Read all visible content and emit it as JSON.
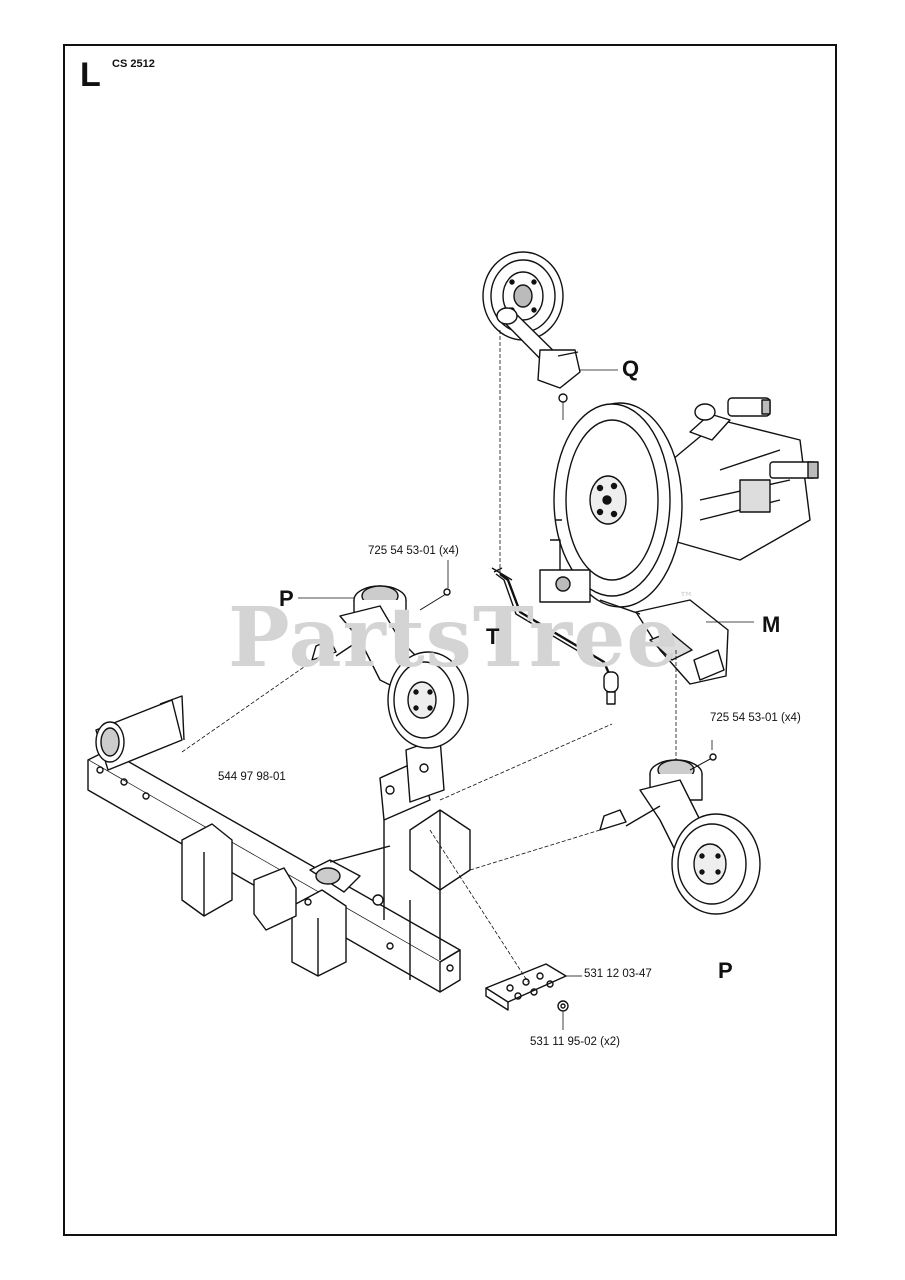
{
  "header": {
    "section_letter": "L",
    "model": "CS 2512"
  },
  "watermark": {
    "text": "PartsTree",
    "tm": "™"
  },
  "callouts": {
    "p_top": "P",
    "p_bottom": "P",
    "q": "Q",
    "t": "T",
    "m": "M"
  },
  "part_numbers": {
    "bolt_top": "725 54 53-01 (x4)",
    "bolt_right": "725 54 53-01 (x4)",
    "frame": "544 97 98-01",
    "plate": "531 12 03-47",
    "nut": "531 11 95-02 (x2)"
  }
}
